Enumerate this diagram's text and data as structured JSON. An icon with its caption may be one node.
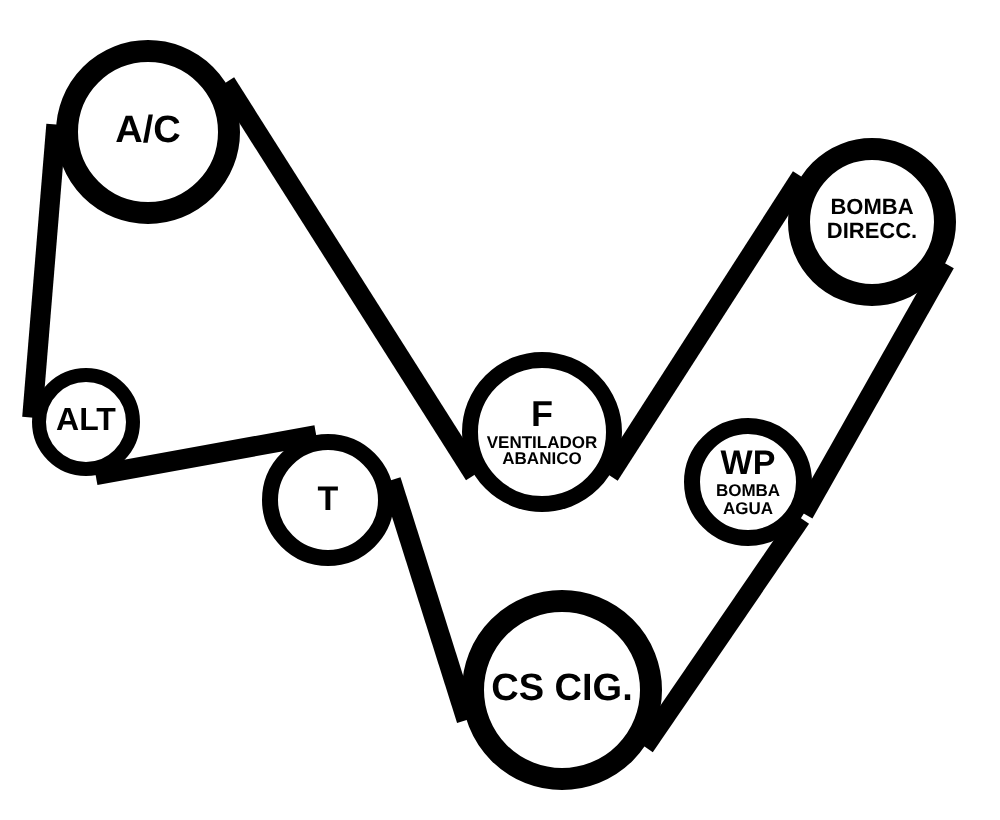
{
  "diagram": {
    "nodes": [
      {
        "text": [
          "A/C"
        ]
      },
      {
        "text": [
          "BOMBA DIRECC."
        ]
      },
      {
        "text": [
          "ALT"
        ]
      },
      {
        "text": [
          "F",
          "VENTILADOR ABANICO"
        ]
      },
      {
        "text": [
          "WP",
          "BOMBA AGUA"
        ]
      },
      {
        "text": [
          "T"
        ]
      },
      {
        "text": [
          "CS CIG."
        ]
      }
    ],
    "edges": [
      {
        "from": 0,
        "to": 3,
        "arrow": "none"
      },
      {
        "from": 3,
        "to": 1,
        "arrow": "none"
      },
      {
        "from": 1,
        "to": 4,
        "arrow": "none"
      },
      {
        "from": 4,
        "to": 6,
        "arrow": "none"
      },
      {
        "from": 6,
        "to": 5,
        "arrow": "none"
      },
      {
        "from": 5,
        "to": 2,
        "arrow": "none"
      },
      {
        "from": 2,
        "to": 0,
        "arrow": "none"
      }
    ]
  }
}
